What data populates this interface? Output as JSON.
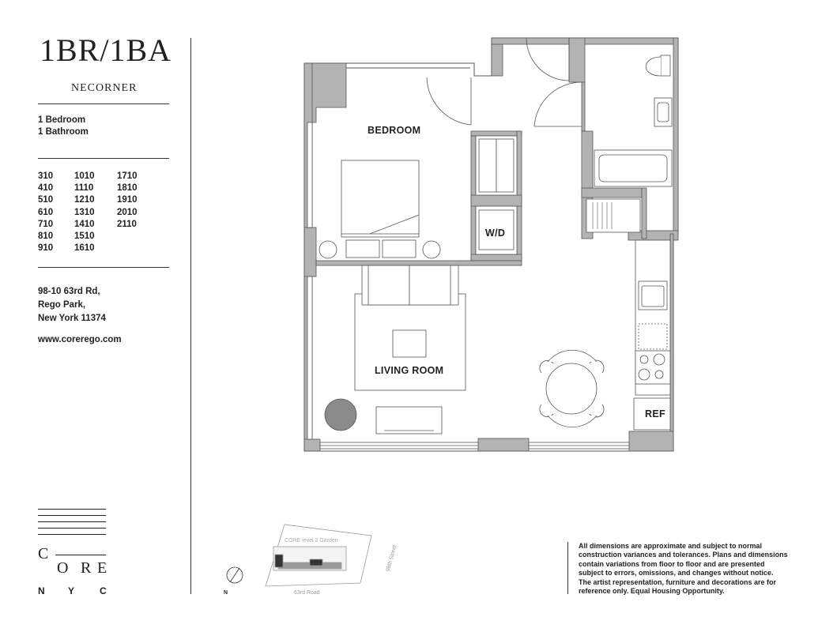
{
  "header": {
    "title": "1BR/1BA",
    "subtitle": "NECORNER"
  },
  "unit_info": {
    "bedrooms": "1 Bedroom",
    "bathrooms": "1 Bathroom"
  },
  "units": [
    "310",
    "1010",
    "1710",
    "410",
    "1110",
    "1810",
    "510",
    "1210",
    "1910",
    "610",
    "1310",
    "2010",
    "710",
    "1410",
    "2110",
    "810",
    "1510",
    "",
    "910",
    "1610",
    ""
  ],
  "address": {
    "line1": "98-10 63rd Rd,",
    "line2": "Rego Park,",
    "line3": "New York 11374"
  },
  "website": "www.corerego.com",
  "logo": {
    "top": "C",
    "mid1": "O",
    "mid2": "R",
    "mid3": "E",
    "bottom": "N   Y   C",
    "letters_bottom": [
      "N",
      "Y",
      "C"
    ],
    "letters_top": [
      "C",
      "O",
      "R",
      "E"
    ]
  },
  "floorplan": {
    "bedroom_label": "BEDROOM",
    "living_label": "LIVING ROOM",
    "wd_label": "W/D",
    "ref_label": "REF"
  },
  "keyplan": {
    "garden_label": "CORE level 2 Garden",
    "road_label": "63rd Road",
    "street_label": "98th Street",
    "north_label": "N"
  },
  "disclaimer": "All dimensions are approximate and subject to normal construction variances and tolerances. Plans and dimensions contain variations from floor to floor and are presented subject to errors, omissions, and changes without notice. The artist representation, furniture and decorations are for reference only. Equal Housing Opportunity.",
  "colors": {
    "wall": "#b3b3b3",
    "line": "#555555",
    "text": "#222222"
  }
}
